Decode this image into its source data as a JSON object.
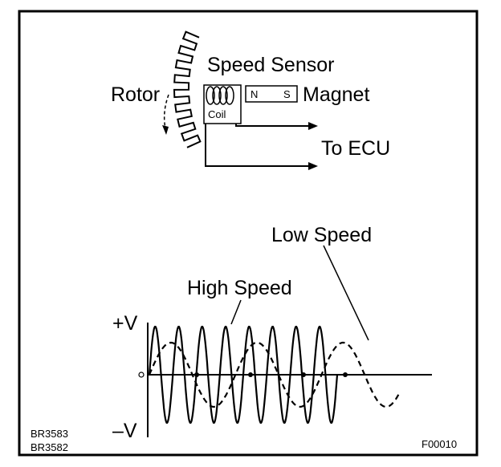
{
  "sensor": {
    "title": "Speed Sensor",
    "rotor_label": "Rotor",
    "coil_label": "Coil",
    "magnet_label": "Magnet",
    "magnet_pole_n": "N",
    "magnet_pole_s": "S",
    "output_label": "To ECU"
  },
  "waveform": {
    "high_speed_label": "High Speed",
    "low_speed_label": "Low Speed",
    "pos_label": "+V",
    "neg_label": "–V",
    "origin_label": "0"
  },
  "codes": {
    "left_top": "BR3583",
    "left_bottom": "BR3582",
    "right": "F00010"
  },
  "colors": {
    "ink": "#000000",
    "paper": "#ffffff"
  }
}
